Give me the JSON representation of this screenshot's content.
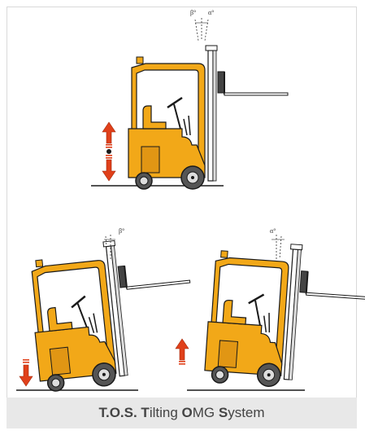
{
  "angles": {
    "top_left": "β°",
    "top_right": "α°",
    "bottom_left": "β°",
    "bottom_right": "α°"
  },
  "caption": {
    "p1_bold": "T.O.S. T",
    "p1": "ilting ",
    "p2_bold": "O",
    "p2": "MG ",
    "p3_bold": "S",
    "p3": "ystem"
  },
  "colors": {
    "body": "#f2a818",
    "outline": "#1a1a1a",
    "arrow": "#e0401a",
    "caption_bg": "#e8e8e8"
  }
}
